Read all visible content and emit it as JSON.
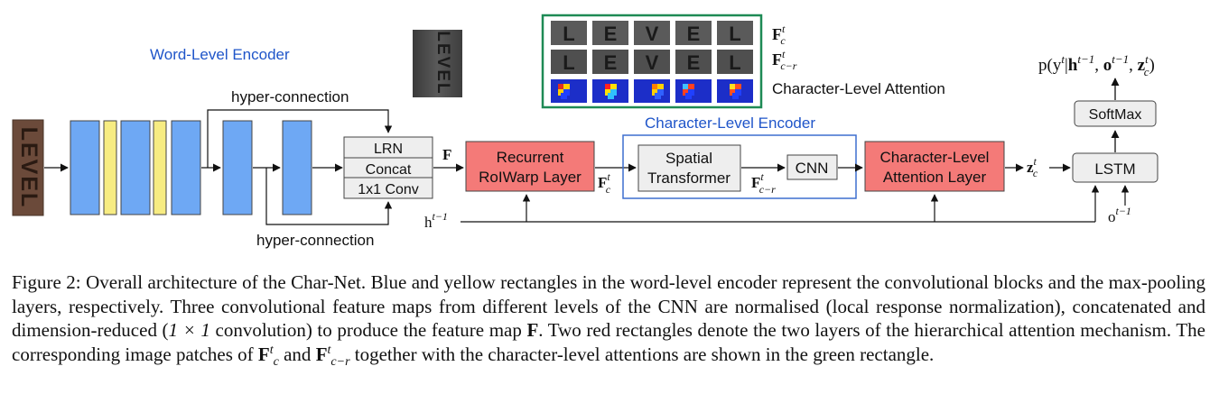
{
  "diagram": {
    "word_encoder_title": "Word-Level Encoder",
    "char_encoder_title": "Character-Level Encoder",
    "input_image_text": "LEVEL",
    "hyper_connection_top": "hyper-connection",
    "hyper_connection_bottom": "hyper-connection",
    "norm_block": {
      "lrn": "LRN",
      "concat": "Concat",
      "conv": "1x1 Conv"
    },
    "feature_label": "F",
    "rolwarp": {
      "line1": "Recurrent",
      "line2": "RoIWarp Layer"
    },
    "fct_label": {
      "base": "F",
      "sup": "t",
      "sub": "c"
    },
    "spatial_transformer": {
      "line1": "Spatial",
      "line2": "Transformer"
    },
    "fcr_label": {
      "base": "F",
      "sup": "t",
      "sub": "c−r"
    },
    "cnn_label": "CNN",
    "char_attention": {
      "line1": "Character-Level",
      "line2": "Attention Layer"
    },
    "zct_label": {
      "base": "z",
      "sup": "t",
      "sub": "c"
    },
    "lstm_label": "LSTM",
    "softmax_label": "SoftMax",
    "output_label": {
      "p": "p(y",
      "sup_t": "t",
      "bar": "|",
      "h": "h",
      "sup_t1": "t−1",
      "comma1": ", ",
      "o": "o",
      "sup_t1b": "t−1",
      "comma2": ", ",
      "z": "z",
      "sup_t2": "t",
      "sub_c": "c",
      "close": ")"
    },
    "h_prev_label": {
      "base": "h",
      "sup": "t−1"
    },
    "o_prev_label": {
      "base": "o",
      "sup": "t−1"
    },
    "legend": {
      "fct": {
        "base": "F",
        "sup": "t",
        "sub": "c"
      },
      "fcr": {
        "base": "F",
        "sup": "t",
        "sub": "c−r"
      },
      "attention": "Character-Level Attention"
    },
    "patch_letters": [
      "L",
      "E",
      "V",
      "E",
      "L"
    ],
    "colors": {
      "conv_block": "#6ea8f4",
      "pool_block": "#f7ec82",
      "red_block": "#f47a78",
      "gray_block": "#eeeeee",
      "char_encoder_border": "#3d6fcf",
      "attention_border": "#1e8a55",
      "title_blue": "#1f55c9"
    }
  },
  "caption": {
    "p1": "Figure 2: Overall architecture of the Char-Net. Blue and yellow rectangles in the word-level encoder represent the convolutional blocks and the max-pooling layers, respectively. Three convolutional feature maps from different levels of the CNN are normalised (local response normalization), concatenated and dimension-reduced (",
    "math1": "1 × 1",
    "p2": " convolution) to produce the feature map ",
    "F": "F",
    "p3": ". Two red rectangles denote the two layers of the hierarchical attention mechanism. The corresponding image patches of ",
    "F2": "F",
    "F2_sup": "t",
    "F2_sub": "c",
    "p4": " and ",
    "F3": "F",
    "F3_sup": "t",
    "F3_sub": "c−r",
    "p5": " together with the character-level attentions are shown in the green rectangle."
  }
}
